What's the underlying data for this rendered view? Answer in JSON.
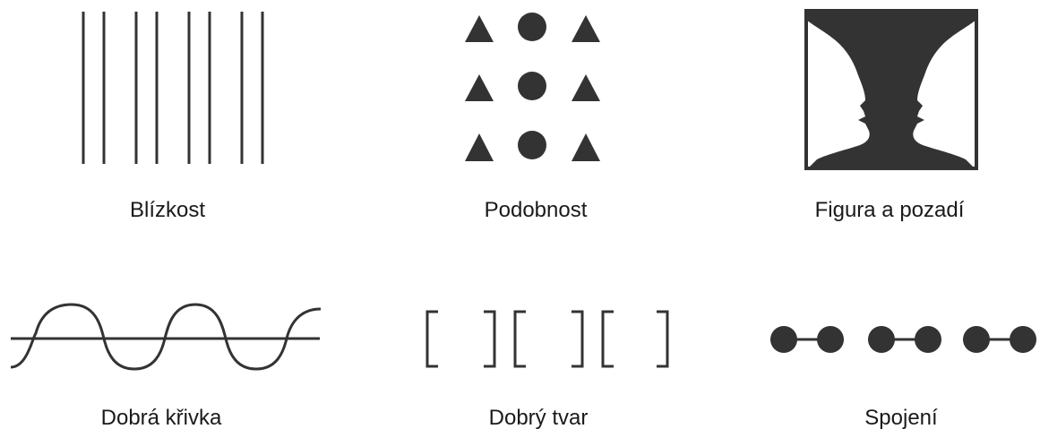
{
  "panels": [
    {
      "id": "proximity",
      "label": "Blízkost"
    },
    {
      "id": "similarity",
      "label": "Podobnost"
    },
    {
      "id": "figure-ground",
      "label": "Figura a pozadí"
    },
    {
      "id": "good-continuation",
      "label": "Dobrá křivka"
    },
    {
      "id": "good-form",
      "label": "Dobrý tvar"
    },
    {
      "id": "connectedness",
      "label": "Spojení"
    }
  ],
  "colors": {
    "ink": "#333333",
    "background": "#ffffff"
  }
}
